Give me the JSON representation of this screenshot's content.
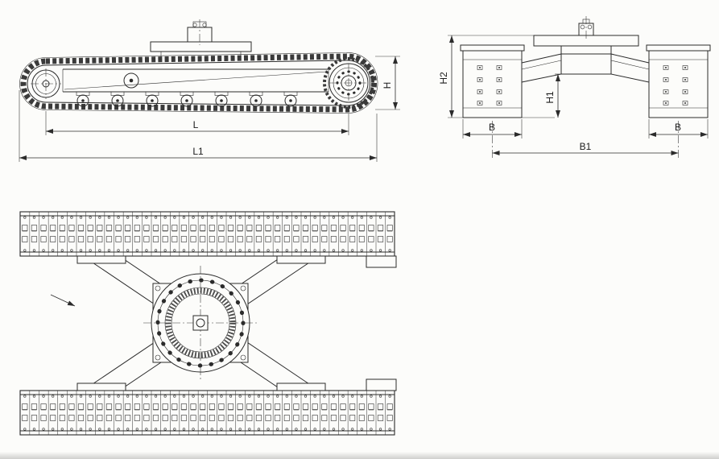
{
  "drawing": {
    "type": "engineering-diagram",
    "subject": "crawler track undercarriage, three orthographic views",
    "colors": {
      "ink": "#2b2b2b",
      "paper": "#fcfcfa"
    },
    "labels": {
      "side_height": "H",
      "side_wheelbase": "L",
      "side_overall_length": "L1",
      "front_overall_height": "H2",
      "front_clearance_height": "H1",
      "front_track_width_left": "B",
      "front_track_width_right": "B",
      "front_track_gauge": "B1"
    }
  }
}
